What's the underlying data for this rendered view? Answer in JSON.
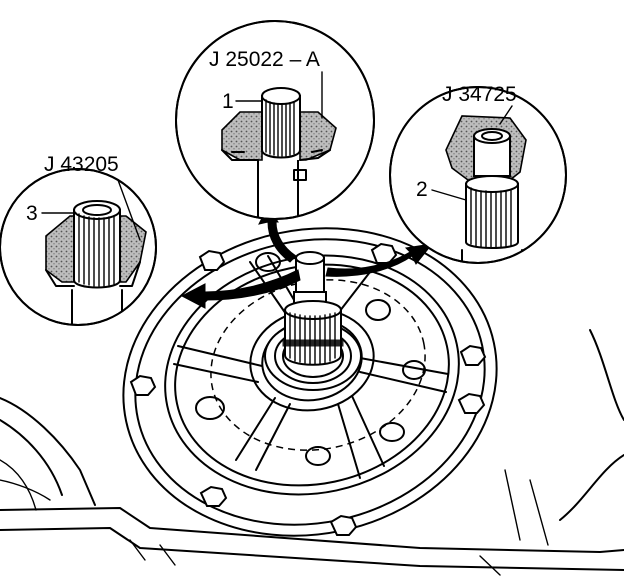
{
  "callouts": {
    "top": {
      "tool": "J 25022 – A",
      "part": "1"
    },
    "left": {
      "tool": "J 43205",
      "part": "3"
    },
    "right": {
      "tool": "J 34725",
      "part": "2"
    }
  },
  "colors": {
    "ink": "#000000",
    "paper": "#ffffff",
    "hatch": "#9a9a9a"
  }
}
